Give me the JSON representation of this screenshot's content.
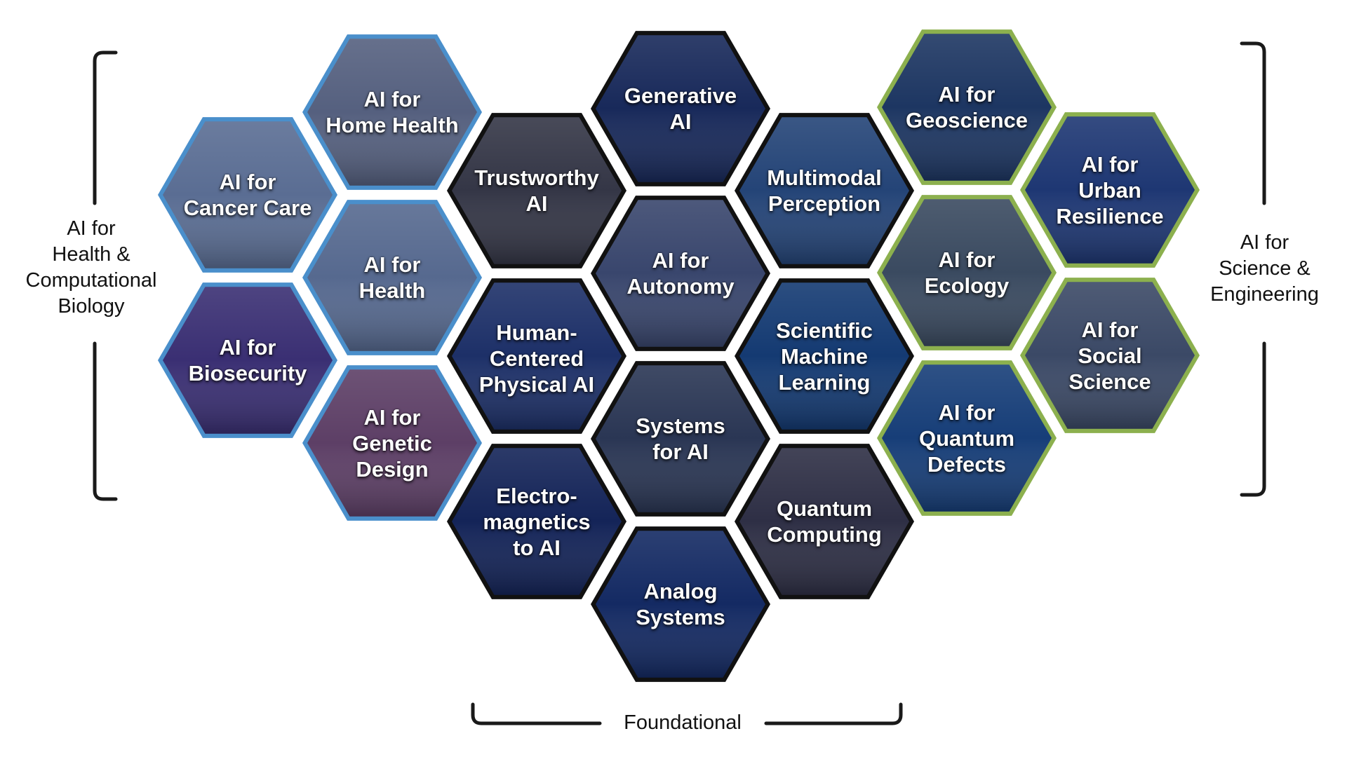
{
  "groups": {
    "health": {
      "label": "AI for\nHealth &\nComputational\nBiology",
      "color": "#4a8fcb"
    },
    "science": {
      "label": "AI for\nScience &\nEngineering",
      "color": "#8cb04e"
    },
    "foundational": {
      "label": "Foundational",
      "color": "#111111"
    }
  },
  "tiles": [
    {
      "id": "home-health",
      "label": "AI for\nHome Health",
      "group": "health",
      "fill": "#55607f"
    },
    {
      "id": "cancer-care",
      "label": "AI for\nCancer Care",
      "group": "health",
      "fill": "#5a6d93"
    },
    {
      "id": "health",
      "label": "AI for\nHealth",
      "group": "health",
      "fill": "#56698f"
    },
    {
      "id": "biosecurity",
      "label": "AI for\nBiosecurity",
      "group": "health",
      "fill": "#3a2f73"
    },
    {
      "id": "genetic-design",
      "label": "AI for\nGenetic\nDesign",
      "group": "health",
      "fill": "#5d3f66"
    },
    {
      "id": "generative-ai",
      "label": "Generative\nAI",
      "group": "foundational",
      "fill": "#18295a"
    },
    {
      "id": "trustworthy-ai",
      "label": "Trustworthy\nAI",
      "group": "foundational",
      "fill": "#343646"
    },
    {
      "id": "autonomy",
      "label": "AI for\nAutonomy",
      "group": "foundational",
      "fill": "#39466d"
    },
    {
      "id": "multimodal-perception",
      "label": "Multimodal\nPerception",
      "group": "foundational",
      "fill": "#244477"
    },
    {
      "id": "human-centered",
      "label": "Human-\nCentered\nPhysical AI",
      "group": "foundational",
      "fill": "#1d3068"
    },
    {
      "id": "scientific-ml",
      "label": "Scientific\nMachine\nLearning",
      "group": "foundational",
      "fill": "#143a72"
    },
    {
      "id": "systems-for-ai",
      "label": "Systems\nfor AI",
      "group": "foundational",
      "fill": "#2a3654"
    },
    {
      "id": "electromagnetics",
      "label": "Electro-\nmagnetics\nto AI",
      "group": "foundational",
      "fill": "#142458"
    },
    {
      "id": "quantum-computing",
      "label": "Quantum\nComputing",
      "group": "foundational",
      "fill": "#2e2f45"
    },
    {
      "id": "analog-systems",
      "label": "Analog\nSystems",
      "group": "foundational",
      "fill": "#142a63"
    },
    {
      "id": "geoscience",
      "label": "AI for\nGeoscience",
      "group": "science",
      "fill": "#1d3662"
    },
    {
      "id": "urban-resilience",
      "label": "AI for\nUrban\nResilience",
      "group": "science",
      "fill": "#1e3773"
    },
    {
      "id": "ecology",
      "label": "AI for\nEcology",
      "group": "science",
      "fill": "#3a4a60"
    },
    {
      "id": "social-science",
      "label": "AI for\nSocial\nScience",
      "group": "science",
      "fill": "#3b4966"
    },
    {
      "id": "quantum-defects",
      "label": "AI for\nQuantum\nDefects",
      "group": "science",
      "fill": "#173e78"
    }
  ]
}
